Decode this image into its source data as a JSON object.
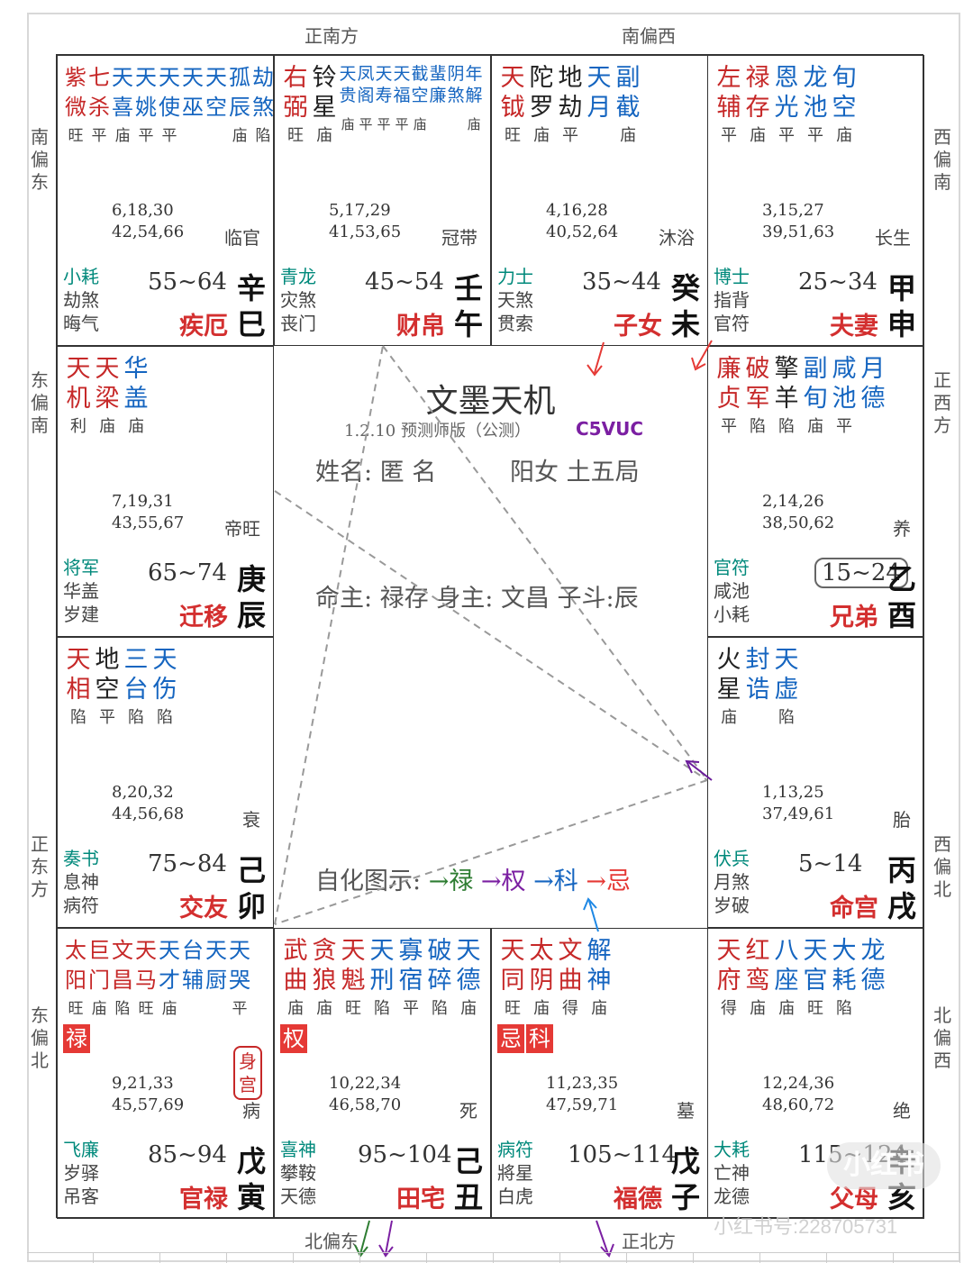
{
  "directions": {
    "top_center": "正南方",
    "top_right": "南偏西",
    "bottom_center_left": "北偏东",
    "bottom_center_right": "正北方",
    "left": [
      "南偏东",
      "东偏南",
      "正东方",
      "东偏北"
    ],
    "right": [
      "西偏南",
      "正西方",
      "西偏北",
      "北偏西"
    ]
  },
  "center": {
    "title": "文墨天机",
    "version": "1.2.10 预测师版（公测）",
    "code": "C5VUC",
    "name": "姓名: 匿 名",
    "gender_bureau": "阳女 土五局",
    "master": "命主: 禄存 身主: 文昌 子斗:辰",
    "legend_label": "自化图示:",
    "legend": [
      "→禄",
      "→权",
      "→科",
      "→忌"
    ]
  },
  "palaces": [
    {
      "id": "si",
      "stars": [
        {
          "t": "紫微",
          "b": "旺",
          "c": "red"
        },
        {
          "t": "七杀",
          "b": "平",
          "c": "red"
        },
        {
          "t": "天喜",
          "b": "庙",
          "c": "blue"
        },
        {
          "t": "天姚",
          "b": "平",
          "c": "blue"
        },
        {
          "t": "天使",
          "b": "平",
          "c": "blue"
        },
        {
          "t": "天巫",
          "b": "",
          "c": "blue"
        },
        {
          "t": "天空",
          "b": "",
          "c": "blue"
        },
        {
          "t": "孤辰",
          "b": "庙",
          "c": "blue"
        },
        {
          "t": "劫煞",
          "b": "陷",
          "c": "blue"
        }
      ],
      "compact": true,
      "ages": [
        "6,18,30",
        "42,54,66"
      ],
      "stage": "临官",
      "low": [
        "小耗",
        "劫煞",
        "晦气"
      ],
      "range": "55~64",
      "name": "疾厄",
      "gz": [
        "辛",
        "巳"
      ]
    },
    {
      "id": "wu",
      "stars": [
        {
          "t": "右弼",
          "b": "旺",
          "c": "red"
        },
        {
          "t": "铃星",
          "b": "庙",
          "c": "dark"
        }
      ],
      "stars_small": [
        {
          "t": "天贵",
          "b": "庙"
        },
        {
          "t": "凤阁",
          "b": "平"
        },
        {
          "t": "天寿",
          "b": "平"
        },
        {
          "t": "天福",
          "b": "平"
        },
        {
          "t": "截空",
          "b": "庙"
        },
        {
          "t": "蜚廉",
          "b": ""
        },
        {
          "t": "阴煞",
          "b": ""
        },
        {
          "t": "年解",
          "b": "庙"
        }
      ],
      "ages": [
        "5,17,29",
        "41,53,65"
      ],
      "stage": "冠带",
      "low": [
        "青龙",
        "灾煞",
        "丧门"
      ],
      "range": "45~54",
      "name": "财帛",
      "gz": [
        "壬",
        "午"
      ]
    },
    {
      "id": "wei",
      "stars": [
        {
          "t": "天钺",
          "b": "旺",
          "c": "red"
        },
        {
          "t": "陀罗",
          "b": "庙",
          "c": "dark"
        },
        {
          "t": "地劫",
          "b": "平",
          "c": "dark"
        },
        {
          "t": "天月",
          "b": "",
          "c": "blue"
        },
        {
          "t": "副截",
          "b": "庙",
          "c": "blue"
        }
      ],
      "ages": [
        "4,16,28",
        "40,52,64"
      ],
      "stage": "沐浴",
      "low": [
        "力士",
        "天煞",
        "贯索"
      ],
      "range": "35~44",
      "name": "子女",
      "gz": [
        "癸",
        "未"
      ]
    },
    {
      "id": "shen",
      "stars": [
        {
          "t": "左辅",
          "b": "平",
          "c": "red"
        },
        {
          "t": "禄存",
          "b": "庙",
          "c": "red"
        },
        {
          "t": "恩光",
          "b": "平",
          "c": "blue"
        },
        {
          "t": "龙池",
          "b": "平",
          "c": "blue"
        },
        {
          "t": "旬空",
          "b": "庙",
          "c": "blue"
        }
      ],
      "ages": [
        "3,15,27",
        "39,51,63"
      ],
      "stage": "长生",
      "low": [
        "博士",
        "指背",
        "官符"
      ],
      "range": "25~34",
      "name": "夫妻",
      "gz": [
        "甲",
        "申"
      ]
    },
    {
      "id": "chen",
      "stars": [
        {
          "t": "天机",
          "b": "利",
          "c": "red"
        },
        {
          "t": "天梁",
          "b": "庙",
          "c": "red"
        },
        {
          "t": "华盖",
          "b": "庙",
          "c": "blue"
        }
      ],
      "ages": [
        "7,19,31",
        "43,55,67"
      ],
      "stage": "帝旺",
      "low": [
        "将军",
        "华盖",
        "岁建"
      ],
      "range": "65~74",
      "name": "迁移",
      "gz": [
        "庚",
        "辰"
      ]
    },
    {
      "id": "you",
      "stars": [
        {
          "t": "廉贞",
          "b": "平",
          "c": "red"
        },
        {
          "t": "破军",
          "b": "陷",
          "c": "red"
        },
        {
          "t": "擎羊",
          "b": "陷",
          "c": "dark"
        },
        {
          "t": "副旬",
          "b": "庙",
          "c": "blue"
        },
        {
          "t": "咸池",
          "b": "平",
          "c": "blue"
        },
        {
          "t": "月德",
          "b": "",
          "c": "blue"
        }
      ],
      "ages": [
        "2,14,26",
        "38,50,62"
      ],
      "stage": "养",
      "low": [
        "官符",
        "咸池",
        "小耗"
      ],
      "range": "15~24",
      "name": "兄弟",
      "gz": [
        "乙",
        "酉"
      ]
    },
    {
      "id": "mao",
      "stars": [
        {
          "t": "天相",
          "b": "陷",
          "c": "red"
        },
        {
          "t": "地空",
          "b": "平",
          "c": "dark"
        },
        {
          "t": "三台",
          "b": "陷",
          "c": "blue"
        },
        {
          "t": "天伤",
          "b": "陷",
          "c": "blue"
        }
      ],
      "ages": [
        "8,20,32",
        "44,56,68"
      ],
      "stage": "衰",
      "low": [
        "奏书",
        "息神",
        "病符"
      ],
      "range": "75~84",
      "name": "交友",
      "gz": [
        "己",
        "卯"
      ]
    },
    {
      "id": "xu",
      "stars": [
        {
          "t": "火星",
          "b": "庙",
          "c": "dark"
        },
        {
          "t": "封诰",
          "b": "",
          "c": "blue"
        },
        {
          "t": "天虚",
          "b": "陷",
          "c": "blue"
        }
      ],
      "ages": [
        "1,13,25",
        "37,49,61"
      ],
      "stage": "胎",
      "low": [
        "伏兵",
        "月煞",
        "岁破"
      ],
      "range": "5~14",
      "name": "命宫",
      "gz": [
        "丙",
        "戌"
      ]
    },
    {
      "id": "yin",
      "stars": [
        {
          "t": "太阳",
          "b": "旺",
          "c": "red"
        },
        {
          "t": "巨门",
          "b": "庙",
          "c": "red"
        },
        {
          "t": "文昌",
          "b": "陷",
          "c": "red"
        },
        {
          "t": "天马",
          "b": "旺",
          "c": "red"
        },
        {
          "t": "天才",
          "b": "庙",
          "c": "blue"
        },
        {
          "t": "台辅",
          "b": "",
          "c": "blue"
        },
        {
          "t": "天厨",
          "b": "",
          "c": "blue"
        },
        {
          "t": "天哭",
          "b": "平",
          "c": "blue"
        }
      ],
      "compact": true,
      "hua": [
        "禄"
      ],
      "body": "身宫",
      "ages": [
        "9,21,33",
        "45,57,69"
      ],
      "stage": "病",
      "low": [
        "飞廉",
        "岁驿",
        "吊客"
      ],
      "range": "85~94",
      "name": "官禄",
      "gz": [
        "戊",
        "寅"
      ]
    },
    {
      "id": "chou",
      "stars": [
        {
          "t": "武曲",
          "b": "庙",
          "c": "red"
        },
        {
          "t": "贪狼",
          "b": "庙",
          "c": "red"
        },
        {
          "t": "天魁",
          "b": "旺",
          "c": "red"
        },
        {
          "t": "天刑",
          "b": "陷",
          "c": "blue"
        },
        {
          "t": "寡宿",
          "b": "平",
          "c": "blue"
        },
        {
          "t": "破碎",
          "b": "陷",
          "c": "blue"
        },
        {
          "t": "天德",
          "b": "庙",
          "c": "blue"
        }
      ],
      "hua": [
        "权"
      ],
      "ages": [
        "10,22,34",
        "46,58,70"
      ],
      "stage": "死",
      "low": [
        "喜神",
        "攀鞍",
        "天德"
      ],
      "range": "95~104",
      "name": "田宅",
      "gz": [
        "己",
        "丑"
      ]
    },
    {
      "id": "zi",
      "stars": [
        {
          "t": "天同",
          "b": "旺",
          "c": "red"
        },
        {
          "t": "太阴",
          "b": "庙",
          "c": "red"
        },
        {
          "t": "文曲",
          "b": "得",
          "c": "red"
        },
        {
          "t": "解神",
          "b": "庙",
          "c": "blue"
        }
      ],
      "hua": [
        "忌",
        "科"
      ],
      "ages": [
        "11,23,35",
        "47,59,71"
      ],
      "stage": "墓",
      "low": [
        "病符",
        "將星",
        "白虎"
      ],
      "range": "105~114",
      "name": "福德",
      "gz": [
        "戊",
        "子"
      ]
    },
    {
      "id": "hai",
      "stars": [
        {
          "t": "天府",
          "b": "得",
          "c": "red"
        },
        {
          "t": "红鸾",
          "b": "庙",
          "c": "red"
        },
        {
          "t": "八座",
          "b": "庙",
          "c": "blue"
        },
        {
          "t": "天官",
          "b": "旺",
          "c": "blue"
        },
        {
          "t": "大耗",
          "b": "陷",
          "c": "blue"
        },
        {
          "t": "龙德",
          "b": "",
          "c": "blue"
        }
      ],
      "ages": [
        "12,24,36",
        "48,60,72"
      ],
      "stage": "绝",
      "low": [
        "大耗",
        "亡神",
        "龙德"
      ],
      "range": "115~124",
      "name": "父母",
      "gz": [
        "辛",
        "亥"
      ]
    }
  ],
  "watermark": "小红书号:228705731",
  "watermark_logo": "小红书",
  "colors": {
    "red": "#c62828",
    "blue": "#1565c0",
    "palace_name": "#d32f2f",
    "lu": "#2e7d32",
    "quan": "#7b1fa2",
    "ke": "#1565c0",
    "ji": "#e53935"
  }
}
